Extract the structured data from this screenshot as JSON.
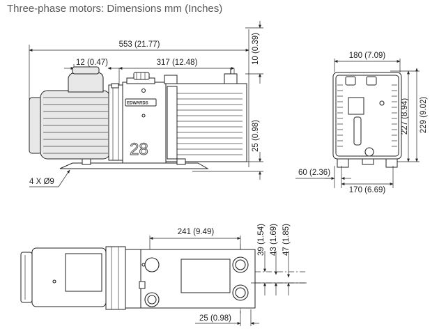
{
  "title": "Three-phase motors: Dimensions mm (Inches)",
  "brand": "EDWARDS",
  "model": "28",
  "dimensions": {
    "overall_length": "553 (21.77)",
    "motor_offset": "12 (0.47)",
    "pump_length": "317 (12.48)",
    "top_offset": "10 (0.39)",
    "foot_height_side": "25 (0.98)",
    "foot_holes": "4 X Ø9",
    "end_width_top": "180 (7.09)",
    "end_height_1": "227 (8.94)",
    "end_height_2": "229 (9.02)",
    "end_foot_offset": "60 (2.36)",
    "end_foot_span": "170 (6.69)",
    "plan_width": "241 (9.49)",
    "plan_v1": "39 (1.54)",
    "plan_v2": "43 (1.69)",
    "plan_v3": "47 (1.85)",
    "plan_bottom": "25 (0.98)"
  }
}
